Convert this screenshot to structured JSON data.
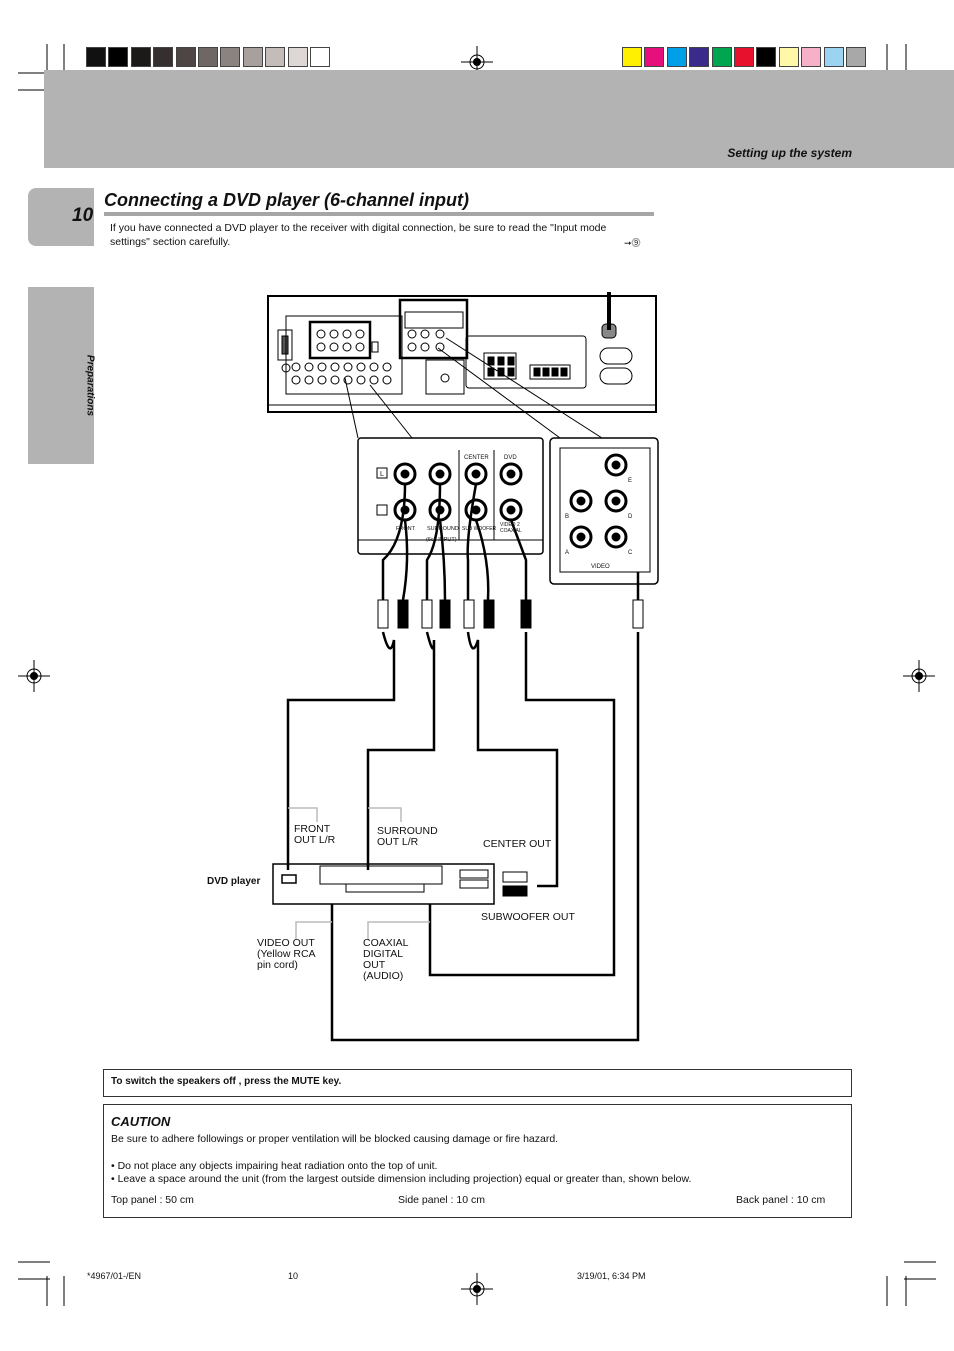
{
  "header": {
    "section": "Setting up the system",
    "page_number": "10",
    "side_tab": "Preparations"
  },
  "print_marks": {
    "gray_swatches": [
      "#111111",
      "#000000",
      "#1c1a19",
      "#35302f",
      "#4d4644",
      "#6f6764",
      "#8b8380",
      "#a8a09d",
      "#c3bcb9",
      "#ddd8d5",
      "#ffffff"
    ],
    "color_swatches": [
      "#ffef00",
      "#e60f7c",
      "#00a0e8",
      "#3a2a8c",
      "#00a64f",
      "#e8112d",
      "#000000",
      "#fff8a8",
      "#f6b1c9",
      "#9cd3f1",
      "#a8a8a8"
    ]
  },
  "content": {
    "title": "Connecting a DVD player (6-channel input)",
    "intro_line1": "If you have connected a DVD player to the receiver  with digital connection, be sure to read the \"Input mode",
    "intro_line2": "settings\" section carefully.",
    "ref_icon": "➞⓽"
  },
  "diagram": {
    "panel_labels": {
      "l": "L",
      "center": "CENTER",
      "dvd": "DVD",
      "front": "FRONT",
      "surround": "SURROUND",
      "subwoofer": "SUB WOOFER",
      "coaxial": "VIDEO 2 COAXIAL",
      "six_ch_input": "(6ch INPUT)",
      "video": "VIDEO",
      "jack_a": "A",
      "jack_b": "B",
      "jack_c": "C",
      "jack_d": "D",
      "jack_e": "E"
    },
    "labels": {
      "front_out": [
        "FRONT",
        "OUT L/R"
      ],
      "surround_out": [
        "SURROUND",
        "OUT L/R"
      ],
      "center_out": "CENTER OUT",
      "dvd_player": "DVD player",
      "subwoofer_out": "SUBWOOFER OUT",
      "video_out": [
        "VIDEO OUT",
        "(Yellow RCA",
        "pin cord)"
      ],
      "coaxial_out": [
        "COAXIAL",
        "DIGITAL",
        "OUT",
        "(AUDIO)"
      ]
    }
  },
  "notice": {
    "mute": "To switch the speakers off , press the MUTE key."
  },
  "caution": {
    "heading": "CAUTION",
    "body": "Be sure to adhere followings or proper ventilation will be blocked causing damage or fire hazard.",
    "bullet1": "•  Do not place any objects impairing heat radiation onto the top of unit.",
    "bullet2": "•  Leave a space around the unit (from the largest outside dimension including projection) equal or greater than, shown below.",
    "top_panel": "Top panel : 50 cm",
    "side_panel": "Side panel : 10 cm",
    "back_panel": "Back panel : 10 cm"
  },
  "footer": {
    "code": "*4967/01-/EN",
    "page": "10",
    "timestamp": "3/19/01, 6:34 PM"
  }
}
